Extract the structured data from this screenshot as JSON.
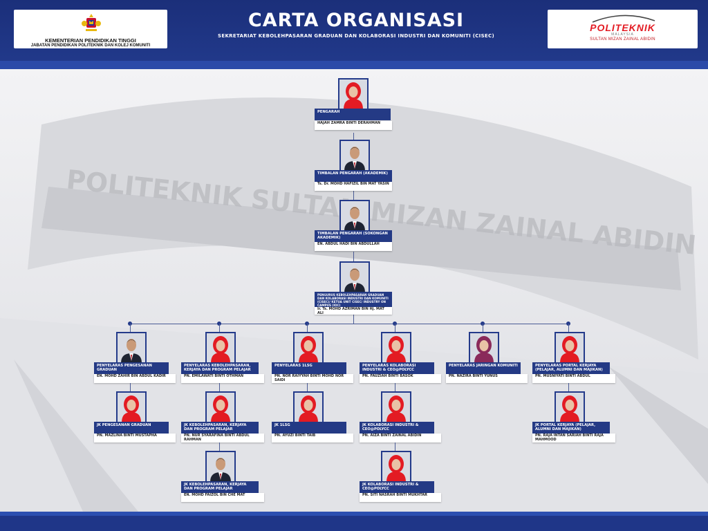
{
  "header": {
    "title": "CARTA ORGANISASI",
    "subtitle": "SEKRETARIAT KEBOLEHPASARAN GRADUAN DAN KOLABORASI INDUSTRI DAN KOMUNITI (CISEC)",
    "left_logo": {
      "line1": "KEMENTERIAN PENDIDIKAN TINGGI",
      "line2": "JABATAN PENDIDIKAN POLITEKNIK DAN KOLEJ KOMUNITI"
    },
    "right_logo": {
      "brand": "POLITEKNIK",
      "country": "MALAYSIA",
      "campus": "SULTAN MIZAN ZAINAL ABIDIN"
    }
  },
  "background_sign": "POLITEKNIK SULTAN MIZAN ZAINAL ABIDIN",
  "colors": {
    "header_blue": "#1b2f7a",
    "role_blue": "#243a85",
    "accent_red": "#e31b23",
    "name_bg": "#ffffff"
  },
  "nodes": [
    {
      "id": "pengarah",
      "role": "PENGARAH",
      "name": "HAJAH ZAMRA BINTI DERAHMAN",
      "hijab": true
    },
    {
      "id": "tp-akademik",
      "role": "TIMBALAN PENGARAH (AKADEMIK)",
      "name": "Ts. Dr. MOHD HAFIZIL BIN MAT YASIN",
      "hijab": false
    },
    {
      "id": "tp-sokongan",
      "role": "TIMBALAN PENGARAH (SOKONGAN AKADEMIK)",
      "name": "EN. ABDUL HADI BIN ABDULLAH",
      "hijab": false
    },
    {
      "id": "pengurus",
      "role": "PENGURUS KEBOLEHPASARAN GRADUAN DAN KOLABORASI INDUSTRI DAN KOMUNITI (CISEC)/ KETUA UNIT CISEC/ INDUSTRY ON CAMPUS (IOC)",
      "name": "Ir. Ts. MOHD AZRIMAN BIN Hj. MAT ALI",
      "hijab": false
    },
    {
      "id": "c1-penyelaras",
      "role": "PENYELARAS PENGESANAN GRADUAN",
      "name": "EN. MOHD ZAHIR BIN ABDUL KADIR",
      "hijab": false
    },
    {
      "id": "c2-penyelaras",
      "role": "PENYELARAS KEBOLEHPASARAN, KERJAYA DAN PROGRAM PELAJAR",
      "name": "PN. EMILAWATI BINTI OTHMAN",
      "hijab": true
    },
    {
      "id": "c3-penyelaras",
      "role": "PENYELARAS 1LSG",
      "name": "PN. NOR RAIYYAH BINTI MOHD NOR SAIDI",
      "hijab": true
    },
    {
      "id": "c4-penyelaras",
      "role": "PENYELARAS KOLABORASI INDUSTRI & CEO@POLYCC",
      "name": "PN. FAUZIAH BINTI BASOK",
      "hijab": true
    },
    {
      "id": "c5-penyelaras",
      "role": "PENYELARAS JARINGAN KOMUNITI",
      "name": "PN. NAZIRA BINTI YUNUS",
      "hijab": true,
      "hijab_color": "#8a2a5a"
    },
    {
      "id": "c6-penyelaras",
      "role": "PENYELARAS PORTAL KERJAYA (PELAJAR, ALUMNI DAN MAJIKAN)",
      "name": "PN. MUSNIYATI BINTI ABDUL",
      "hijab": true
    },
    {
      "id": "c1-jk1",
      "role": "JK PENGESANAN GRADUAN",
      "name": "PN. MAZLINA BINTI MUSTAPHA",
      "hijab": true
    },
    {
      "id": "c2-jk1",
      "role": "JK KEBOLEHPASARAN, KERJAYA DAN PROGRAM PELAJAR",
      "name": "PN. NUR SYARAFINA BINTI ABDUL RAHMAN",
      "hijab": true
    },
    {
      "id": "c3-jk1",
      "role": "JK 1LSG",
      "name": "PN. AYUZI BINTI TAIB",
      "hijab": true
    },
    {
      "id": "c4-jk1",
      "role": "JK KOLABORASI INDUSTRI & CEO@POLYCC",
      "name": "PN. AIZA BINTI ZAINAL ABIDIN",
      "hijab": true
    },
    {
      "id": "c6-jk1",
      "role": "JK PORTAL KERJAYA (PELAJAR, ALUMNI DAN MAJIKAN)",
      "name": "PN. RAJA INTAN SARIAH BINTI RAJA MAHMOOD",
      "hijab": true
    },
    {
      "id": "c2-jk2",
      "role": "JK KEBOLEHPASARAN, KERJAYA DAN PROGRAM PELAJAR",
      "name": "EN. MOHD FAIZOL BIN CHE MAT",
      "hijab": false
    },
    {
      "id": "c4-jk2",
      "role": "JK KOLABORASI INDUSTRI & CEO@POLYCC",
      "name": "PN. SITI NASRAH BINTI MUKHTAR",
      "hijab": true
    }
  ]
}
